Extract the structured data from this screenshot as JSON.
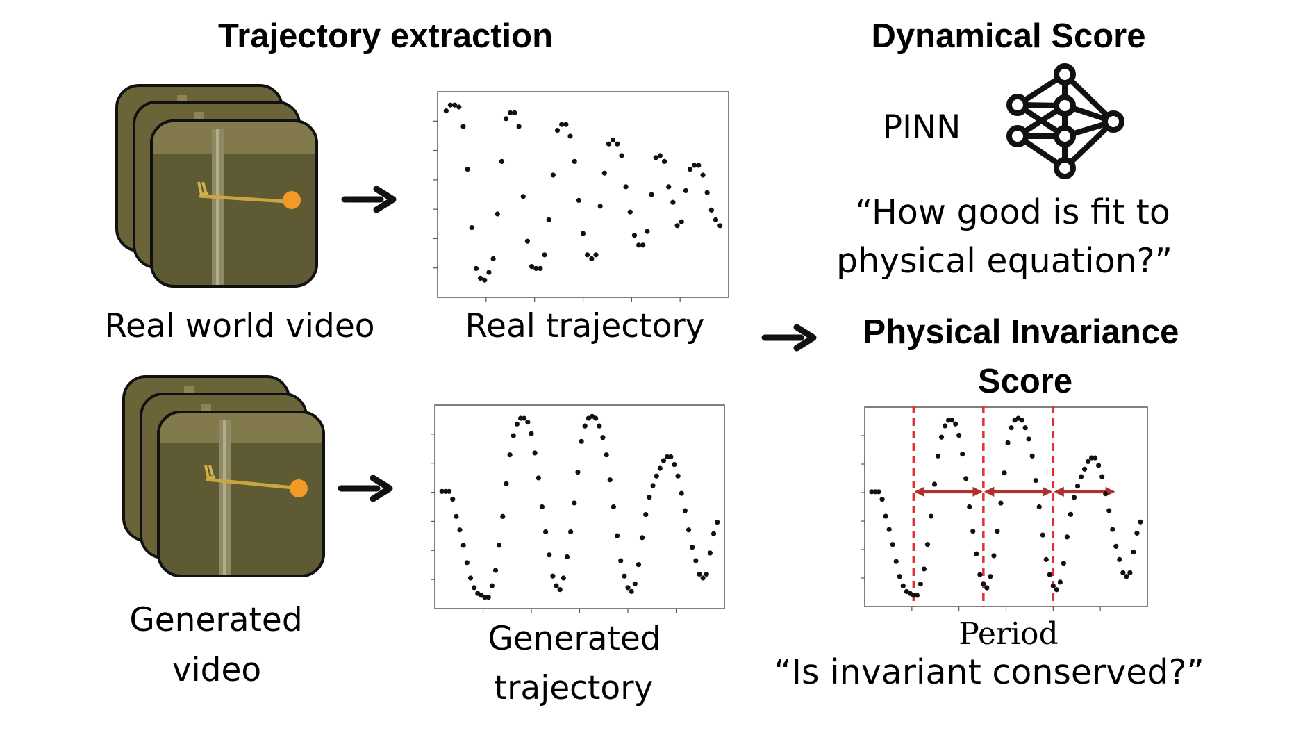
{
  "titles": {
    "trajectory_extraction": "Trajectory extraction",
    "dynamical_score": "Dynamical Score",
    "invariance_line1": "Physical Invariance",
    "invariance_line2": "Score"
  },
  "labels": {
    "real_video": "Real world video",
    "real_trajectory": "Real trajectory",
    "generated_video_line1": "Generated",
    "generated_video_line2": "video",
    "generated_trajectory_line1": "Generated",
    "generated_trajectory_line2": "trajectory",
    "pinn": "PINN",
    "period": "Period"
  },
  "questions": {
    "fit_line1": "“How good is fit to",
    "fit_line2": "physical equation?”",
    "invariant": "“Is invariant conserved?”"
  },
  "colors": {
    "frame_fill": "#6b6438",
    "frame_border": "#111111",
    "ball": "#f39a26",
    "period_line": "#e03030",
    "period_arrow": "#b03030"
  },
  "icons": {
    "neural_network": "neural-network-icon",
    "arrow": "arrow-right-icon"
  },
  "chart_data": [
    {
      "type": "scatter",
      "title": "Real trajectory",
      "x": [
        0,
        1,
        2,
        3,
        4,
        5,
        6,
        7,
        8,
        9,
        10,
        11,
        12,
        13,
        14,
        15,
        16,
        17,
        18,
        19,
        20,
        21,
        22,
        23,
        24,
        25,
        26,
        27,
        28,
        29,
        30,
        31,
        32,
        33,
        34,
        35,
        36,
        37,
        38,
        39,
        40,
        41,
        42,
        43,
        44,
        45,
        46,
        47,
        48,
        49,
        50,
        51,
        52,
        53,
        54,
        55,
        56,
        57,
        58,
        59,
        60,
        61,
        62,
        63,
        64
      ],
      "y": [
        0.93,
        0.96,
        0.96,
        0.95,
        0.85,
        0.63,
        0.33,
        0.12,
        0.07,
        0.06,
        0.1,
        0.17,
        0.4,
        0.67,
        0.89,
        0.92,
        0.92,
        0.85,
        0.49,
        0.26,
        0.13,
        0.12,
        0.12,
        0.19,
        0.37,
        0.6,
        0.83,
        0.86,
        0.86,
        0.8,
        0.67,
        0.47,
        0.3,
        0.19,
        0.17,
        0.19,
        0.44,
        0.61,
        0.76,
        0.78,
        0.76,
        0.7,
        0.54,
        0.41,
        0.29,
        0.24,
        0.24,
        0.31,
        0.5,
        0.69,
        0.7,
        0.67,
        0.54,
        0.46,
        0.34,
        0.36,
        0.52,
        0.63,
        0.65,
        0.65,
        0.6,
        0.51,
        0.42,
        0.37,
        0.34
      ],
      "xlim": [
        -2,
        66
      ],
      "ylim": [
        0,
        1
      ]
    },
    {
      "type": "scatter",
      "title": "Generated trajectory",
      "x": [
        0,
        1,
        2,
        3,
        4,
        5,
        6,
        7,
        8,
        9,
        10,
        11,
        12,
        13,
        14,
        15,
        16,
        17,
        18,
        19,
        20,
        21,
        22,
        23,
        24,
        25,
        26,
        27,
        28,
        29,
        30,
        31,
        32,
        33,
        34,
        35,
        36,
        37,
        38,
        39,
        40,
        41,
        42,
        43,
        44,
        45,
        46,
        47,
        48,
        49,
        50,
        51,
        52,
        53,
        54,
        55,
        56,
        57,
        58,
        59,
        60,
        61,
        62,
        63,
        64,
        65,
        66,
        67,
        68,
        69,
        70,
        71,
        72,
        73,
        74,
        75,
        76,
        77
      ],
      "y": [
        0.58,
        0.58,
        0.58,
        0.54,
        0.45,
        0.38,
        0.3,
        0.21,
        0.13,
        0.08,
        0.05,
        0.04,
        0.03,
        0.03,
        0.09,
        0.17,
        0.3,
        0.45,
        0.62,
        0.77,
        0.87,
        0.93,
        0.96,
        0.96,
        0.94,
        0.88,
        0.78,
        0.65,
        0.5,
        0.37,
        0.25,
        0.14,
        0.09,
        0.07,
        0.13,
        0.24,
        0.37,
        0.52,
        0.68,
        0.84,
        0.92,
        0.96,
        0.97,
        0.96,
        0.92,
        0.86,
        0.77,
        0.64,
        0.5,
        0.35,
        0.22,
        0.14,
        0.08,
        0.06,
        0.1,
        0.2,
        0.34,
        0.46,
        0.55,
        0.61,
        0.66,
        0.7,
        0.74,
        0.76,
        0.76,
        0.72,
        0.66,
        0.57,
        0.48,
        0.38,
        0.29,
        0.22,
        0.15,
        0.13,
        0.15,
        0.26,
        0.36,
        0.42
      ],
      "xlim": [
        -2,
        79
      ],
      "ylim": [
        0,
        1
      ]
    },
    {
      "type": "scatter",
      "title": "",
      "xlabel": "Period",
      "x": [
        0,
        1,
        2,
        3,
        4,
        5,
        6,
        7,
        8,
        9,
        10,
        11,
        12,
        13,
        14,
        15,
        16,
        17,
        18,
        19,
        20,
        21,
        22,
        23,
        24,
        25,
        26,
        27,
        28,
        29,
        30,
        31,
        32,
        33,
        34,
        35,
        36,
        37,
        38,
        39,
        40,
        41,
        42,
        43,
        44,
        45,
        46,
        47,
        48,
        49,
        50,
        51,
        52,
        53,
        54,
        55,
        56,
        57,
        58,
        59,
        60,
        61,
        62,
        63,
        64,
        65,
        66,
        67,
        68,
        69,
        70,
        71,
        72,
        73,
        74,
        75,
        76,
        77
      ],
      "y": [
        0.58,
        0.58,
        0.58,
        0.54,
        0.45,
        0.38,
        0.3,
        0.21,
        0.13,
        0.08,
        0.05,
        0.04,
        0.03,
        0.03,
        0.09,
        0.17,
        0.3,
        0.45,
        0.62,
        0.77,
        0.87,
        0.93,
        0.96,
        0.96,
        0.94,
        0.88,
        0.78,
        0.65,
        0.5,
        0.37,
        0.25,
        0.14,
        0.09,
        0.07,
        0.13,
        0.24,
        0.37,
        0.52,
        0.68,
        0.84,
        0.92,
        0.96,
        0.97,
        0.96,
        0.92,
        0.86,
        0.77,
        0.64,
        0.5,
        0.35,
        0.22,
        0.14,
        0.08,
        0.06,
        0.1,
        0.2,
        0.34,
        0.46,
        0.55,
        0.61,
        0.66,
        0.7,
        0.74,
        0.76,
        0.76,
        0.72,
        0.66,
        0.57,
        0.48,
        0.38,
        0.29,
        0.22,
        0.15,
        0.13,
        0.15,
        0.26,
        0.36,
        0.42
      ],
      "xlim": [
        -2,
        79
      ],
      "ylim": [
        0,
        1
      ],
      "period_markers_x": [
        12,
        32,
        52
      ],
      "period_spans": [
        [
          12,
          32
        ],
        [
          32,
          52
        ],
        [
          52,
          70
        ]
      ]
    }
  ]
}
